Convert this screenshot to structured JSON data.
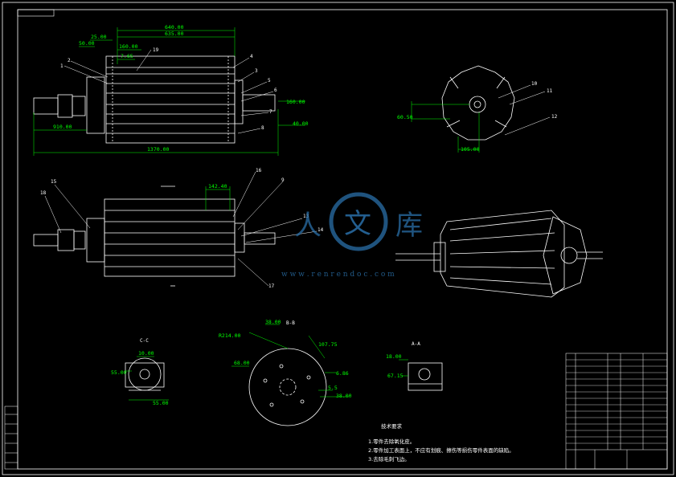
{
  "drawing": {
    "top_view_dims": [
      "640.00",
      "635.00",
      "25.00",
      "50.00",
      "160.00",
      "7.65",
      "910.00",
      "1370.00",
      "160.00",
      "40.00"
    ],
    "mid_view_dims": [
      "142.40"
    ],
    "right_view_dims": [
      "60.50",
      "105.00"
    ],
    "section_b_dims": [
      "38.00",
      "R214.00",
      "107.75",
      "68.00",
      "6.86",
      "5.5",
      "38.00"
    ],
    "section_c_dims": [
      "10.00",
      "55.00",
      "55.00"
    ],
    "section_a_dims": [
      "18.00",
      "67.15"
    ],
    "part_numbers": [
      "1",
      "2",
      "19",
      "4",
      "3",
      "5",
      "6",
      "7",
      "8",
      "10",
      "11",
      "12",
      "15",
      "16",
      "9",
      "18",
      "13",
      "14",
      "17"
    ],
    "section_labels": [
      "B-B",
      "C-C",
      "A-A"
    ]
  },
  "watermark": {
    "char_left": "人",
    "char_mid": "文",
    "char_right": "库",
    "url": "w w w . r e n r e n d o c . c o m"
  },
  "notes": {
    "title": "技术要求",
    "items": [
      "1.零件去除氧化皮。",
      "2.零件加工表面上，不应有划痕、擦伤等损伤零件表面的缺陷。",
      "3.去除毛刺飞边。"
    ]
  },
  "colors": {
    "line": "#ffffff",
    "dimension": "#00ff00",
    "watermark": "#2a6fa8",
    "background": "#000000"
  }
}
